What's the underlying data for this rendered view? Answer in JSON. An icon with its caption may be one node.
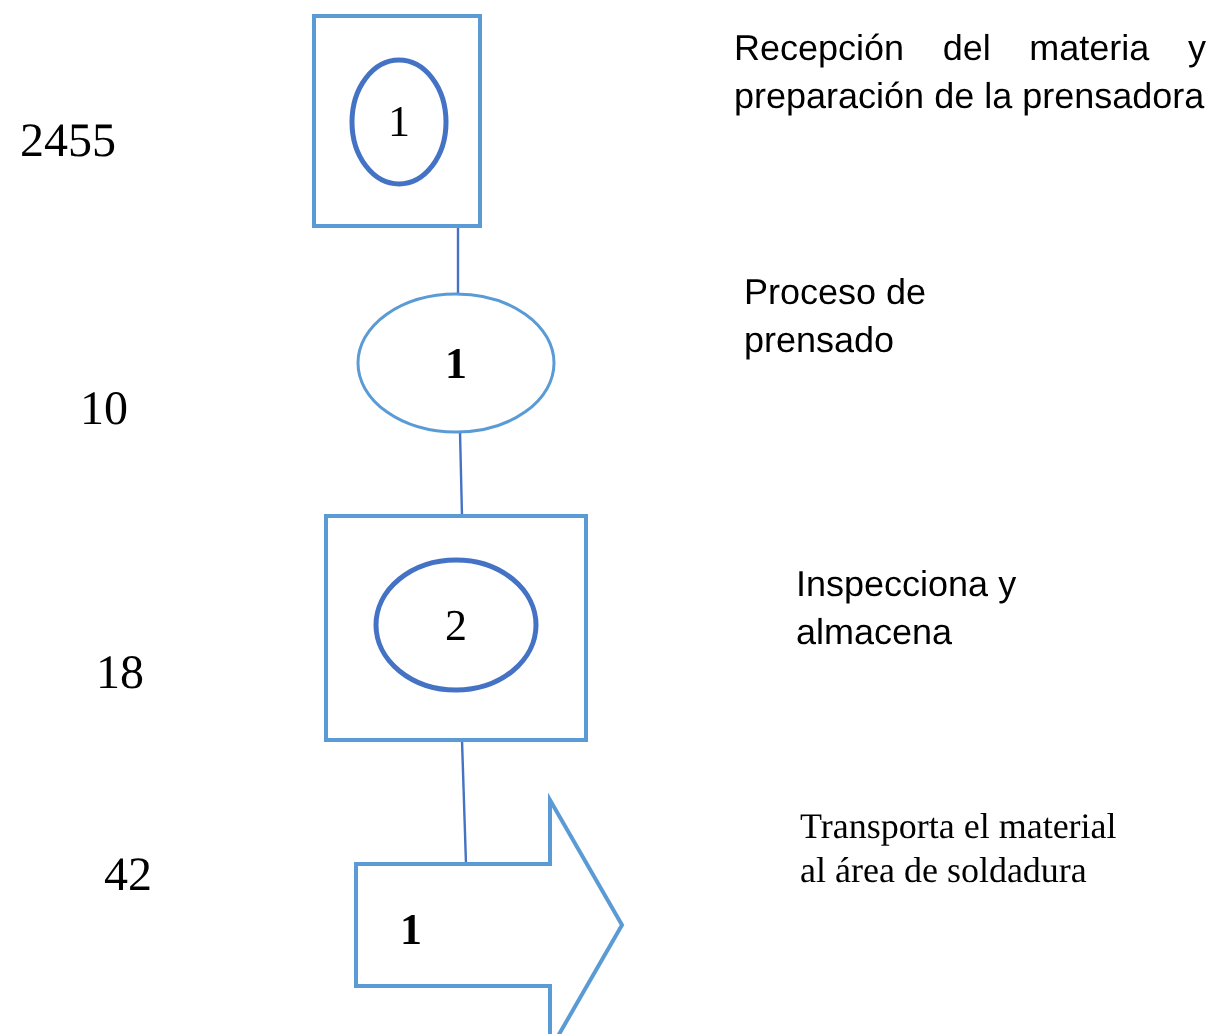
{
  "diagram": {
    "nodes": [
      {
        "text": [],
        "shape": "box"
      },
      {
        "text": [
          "1"
        ],
        "in": 0
      },
      {
        "text": [
          "1"
        ]
      },
      {
        "text": [],
        "shape": "box"
      },
      {
        "text": [
          "2"
        ],
        "in": 3
      },
      {
        "text": [
          "1"
        ]
      }
    ],
    "edges": [
      {
        "from": 0,
        "to": 2,
        "arrow": "none"
      },
      {
        "from": 2,
        "to": 3,
        "arrow": "none"
      },
      {
        "from": 3,
        "to": 5,
        "arrow": "none"
      }
    ],
    "labels": [
      "Recepción del materia y preparación de la prensadora",
      "2455",
      "Proceso de prensado",
      "10",
      "Inspecciona y almacena",
      "18",
      "Transporta el material al área de soldadura",
      "42"
    ]
  }
}
